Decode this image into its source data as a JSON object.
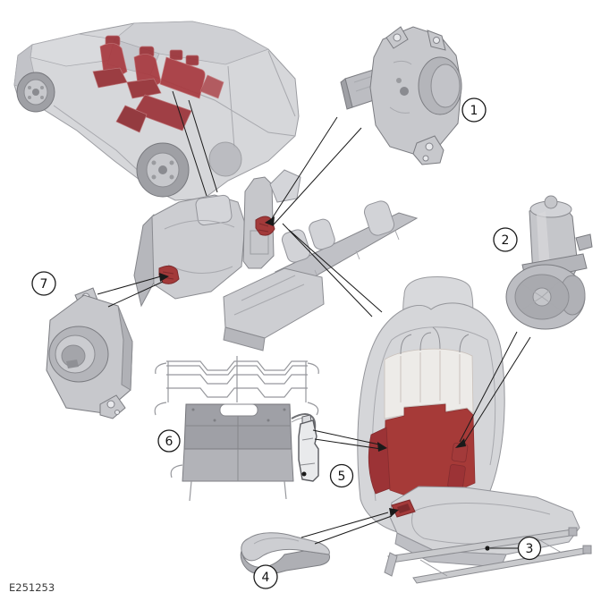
{
  "figure": {
    "label": "E251253"
  },
  "callouts": [
    {
      "number": "1",
      "target": "seat-motor-module"
    },
    {
      "number": "2",
      "target": "seat-adjustment-motor"
    },
    {
      "number": "3",
      "target": "seat-base-track"
    },
    {
      "number": "4",
      "target": "armrest"
    },
    {
      "number": "5",
      "target": "side-trim-bracket"
    },
    {
      "number": "6",
      "target": "loadspace-divider-panel"
    },
    {
      "number": "7",
      "target": "seat-fold-motor-module"
    }
  ],
  "colors": {
    "background": "#ffffff",
    "part_gray_light": "#d5d6d9",
    "part_gray_mid": "#c0c1c6",
    "part_gray_dark": "#a9aaaf",
    "part_outline": "#85868b",
    "highlight_red": "#a63a38",
    "highlight_red_dark": "#7e2a2c",
    "leader_line": "#1a1a1a",
    "label_text": "#3a3a3a"
  }
}
